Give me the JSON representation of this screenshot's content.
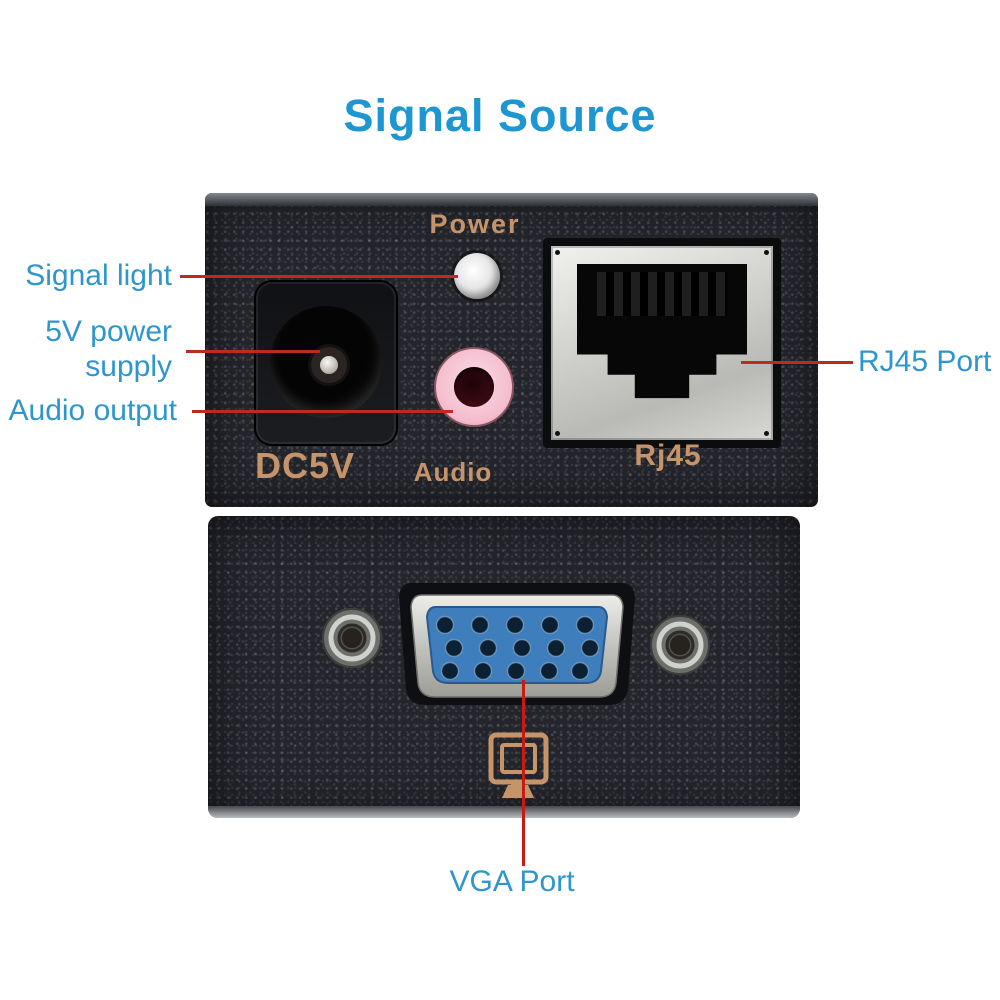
{
  "title": "Signal Source",
  "callouts": {
    "signal_light": "Signal light",
    "power_supply_line1": "5V power",
    "power_supply_line2": "supply",
    "audio_output": "Audio output",
    "rj45_port": "RJ45 Port",
    "vga_port": "VGA Port"
  },
  "device_panel_top": {
    "power_label": "Power",
    "dc_label": "DC5V",
    "audio_label": "Audio",
    "rj45_label": "Rj45"
  },
  "icons": {
    "power_led": "round-led-indicator",
    "monitor": "crt-monitor-outline",
    "screw_posts": "vga-screw-post"
  },
  "colors": {
    "title_blue": "#1E96D2",
    "label_blue": "#2D96CC",
    "leader_red": "#BE2A20",
    "panel_text_tan": "#C6946B",
    "device_body": "#23252B",
    "vga_blue": "#3F7EBC",
    "audio_pink": "#F7CDD9"
  }
}
